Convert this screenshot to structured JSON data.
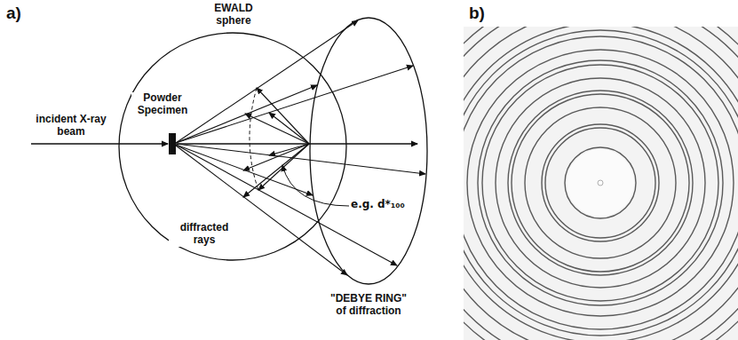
{
  "diagram": {
    "labels": [
      "a)",
      "b)",
      "EWALD sphere",
      "incident X-ray beam",
      "Powder Specimen",
      "diffracted rays",
      "e.g. d*₁₀₀",
      "\"DEBYE RING\" of diffraction"
    ]
  }
}
